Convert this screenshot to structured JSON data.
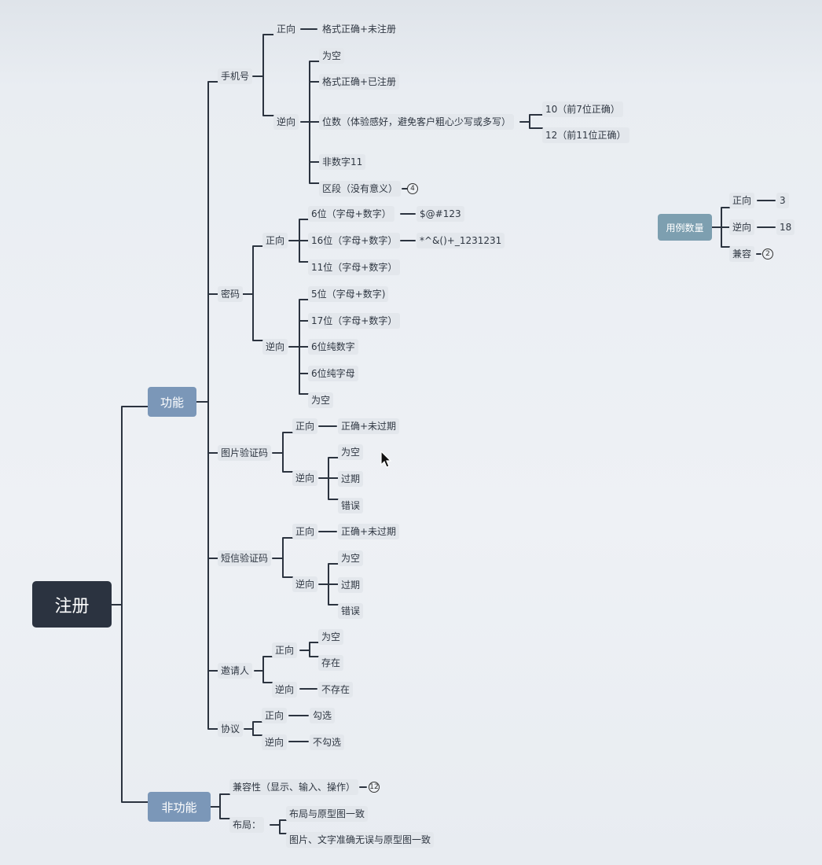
{
  "root": "注册",
  "function": {
    "label": "功能",
    "phone": {
      "label": "手机号",
      "positive": "正向",
      "positive_case": "格式正确+未注册",
      "negative": "逆向",
      "empty": "为空",
      "registered": "格式正确+已注册",
      "digits": "位数（体验感好，避免客户粗心少写或多写）",
      "digits10": "10（前7位正确）",
      "digits12": "12（前11位正确）",
      "nonnumeric": "非数字11",
      "segment": "区段（没有意义）",
      "segment_badge": "4"
    },
    "password": {
      "label": "密码",
      "positive": "正向",
      "p6": "6位（字母+数字）",
      "p6_example": "$@#123",
      "p16": "16位（字母+数字）",
      "p16_example": "*^&()+_1231231",
      "p11": "11位（字母+数字）",
      "negative": "逆向",
      "n5": "5位（字母+数字)",
      "n17": "17位（字母+数字）",
      "n6digits": "6位纯数字",
      "n6letters": "6位纯字母",
      "nempty": "为空"
    },
    "image_captcha": {
      "label": "图片验证码",
      "positive": "正向",
      "positive_case": "正确+未过期",
      "negative": "逆向",
      "empty": "为空",
      "expired": "过期",
      "wrong": "错误"
    },
    "sms_code": {
      "label": "短信验证码",
      "positive": "正向",
      "positive_case": "正确+未过期",
      "negative": "逆向",
      "empty": "为空",
      "expired": "过期",
      "wrong": "错误"
    },
    "inviter": {
      "label": "邀请人",
      "positive": "正向",
      "empty": "为空",
      "exists": "存在",
      "negative": "逆向",
      "not_exists": "不存在"
    },
    "agreement": {
      "label": "协议",
      "positive": "正向",
      "checked": "勾选",
      "negative": "逆向",
      "unchecked": "不勾选"
    }
  },
  "nonfunction": {
    "label": "非功能",
    "compat": "兼容性（显示、输入、操作）",
    "compat_badge": "12",
    "layout": "布局：",
    "layout1": "布局与原型图一致",
    "layout2": "图片、文字准确无误与原型图一致"
  },
  "case_count": {
    "label": "用例数量",
    "positive": "正向",
    "positive_value": "3",
    "negative": "逆向",
    "negative_value": "18",
    "compat": "兼容",
    "compat_badge": "2"
  },
  "colors": {
    "root": "#2b3340",
    "level1": "#7b97b8",
    "count": "#7d9fb0",
    "line": "#2b333f",
    "background": "#eef1f5"
  }
}
